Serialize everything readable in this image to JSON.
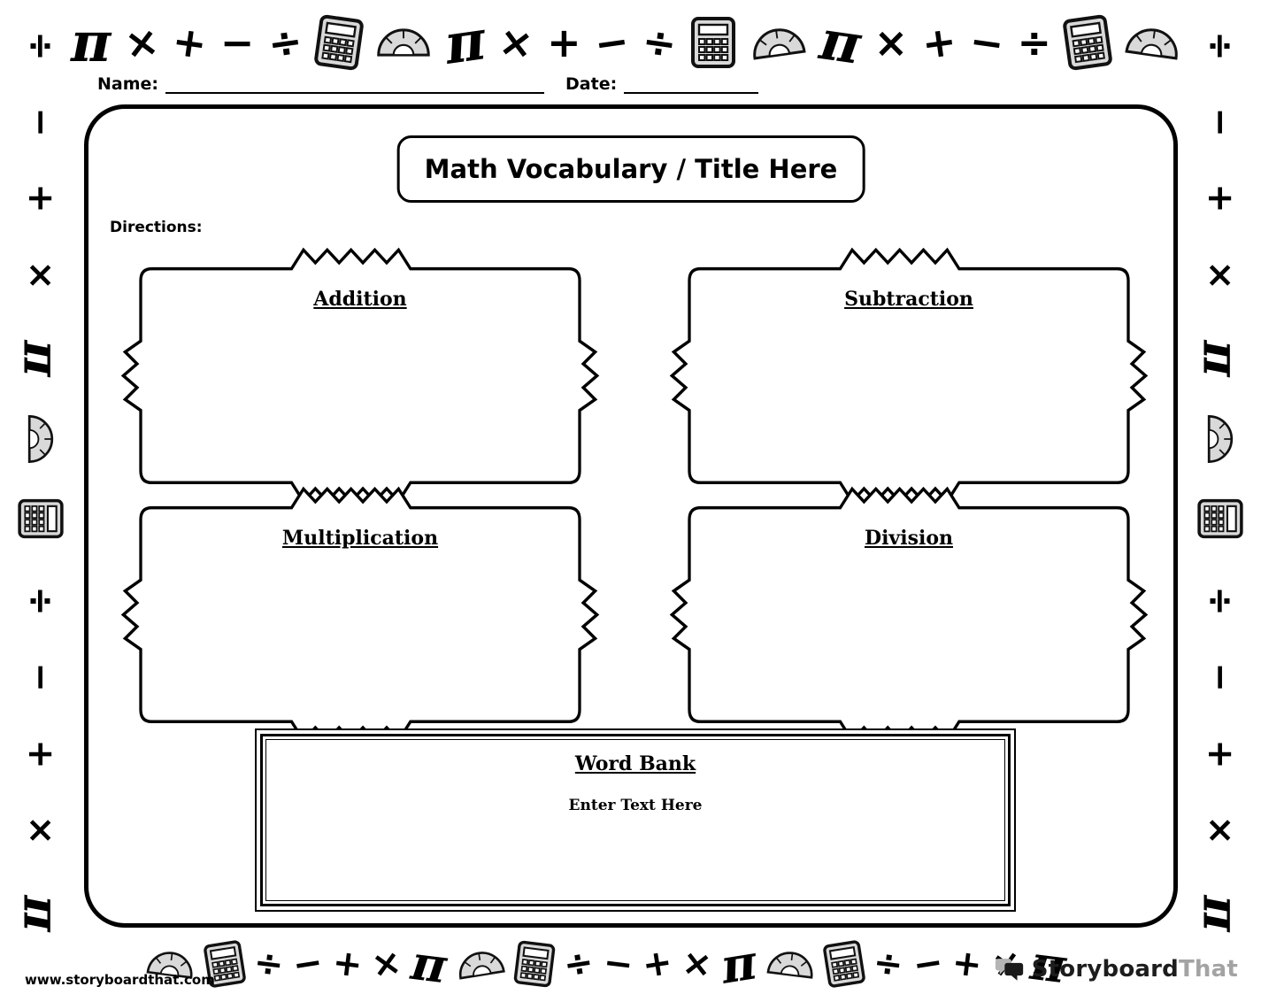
{
  "header": {
    "name_label": "Name:",
    "date_label": "Date:"
  },
  "worksheet": {
    "title": "Math Vocabulary / Title Here",
    "directions_label": "Directions:"
  },
  "boxes": [
    {
      "label": "Addition"
    },
    {
      "label": "Subtraction"
    },
    {
      "label": "Multiplication"
    },
    {
      "label": "Division"
    }
  ],
  "word_bank": {
    "title": "Word Bank",
    "placeholder": "Enter Text Here"
  },
  "footer": {
    "website": "www.storyboardthat.com",
    "logo_part1": "Storyboard",
    "logo_part2": "That"
  },
  "colors": {
    "ink": "#000000",
    "icon_fill": "#d9d9d9",
    "logo_gray": "#a3a3a3"
  },
  "border": {
    "glyphs": {
      "pi": "π",
      "times": "×",
      "plus": "+",
      "minus": "−",
      "divide": "÷"
    },
    "top": [
      "pi",
      "times",
      "plus",
      "minus",
      "divide",
      "calculator",
      "protractor",
      "pi",
      "times",
      "plus",
      "minus",
      "divide",
      "calculator",
      "protractor",
      "pi",
      "times",
      "plus",
      "minus",
      "divide",
      "calculator",
      "protractor"
    ],
    "left": [
      "divide",
      "minus",
      "plus",
      "times",
      "pi",
      "protractor",
      "calculator",
      "divide",
      "minus",
      "plus",
      "times",
      "pi"
    ],
    "right": [
      "divide",
      "minus",
      "plus",
      "times",
      "pi",
      "protractor",
      "calculator",
      "divide",
      "minus",
      "plus",
      "times",
      "pi"
    ],
    "bottom": [
      "protractor",
      "calculator",
      "divide",
      "minus",
      "plus",
      "times",
      "pi",
      "protractor",
      "calculator",
      "divide",
      "minus",
      "plus",
      "times",
      "pi",
      "protractor",
      "calculator",
      "divide",
      "minus",
      "plus",
      "times",
      "pi"
    ]
  }
}
